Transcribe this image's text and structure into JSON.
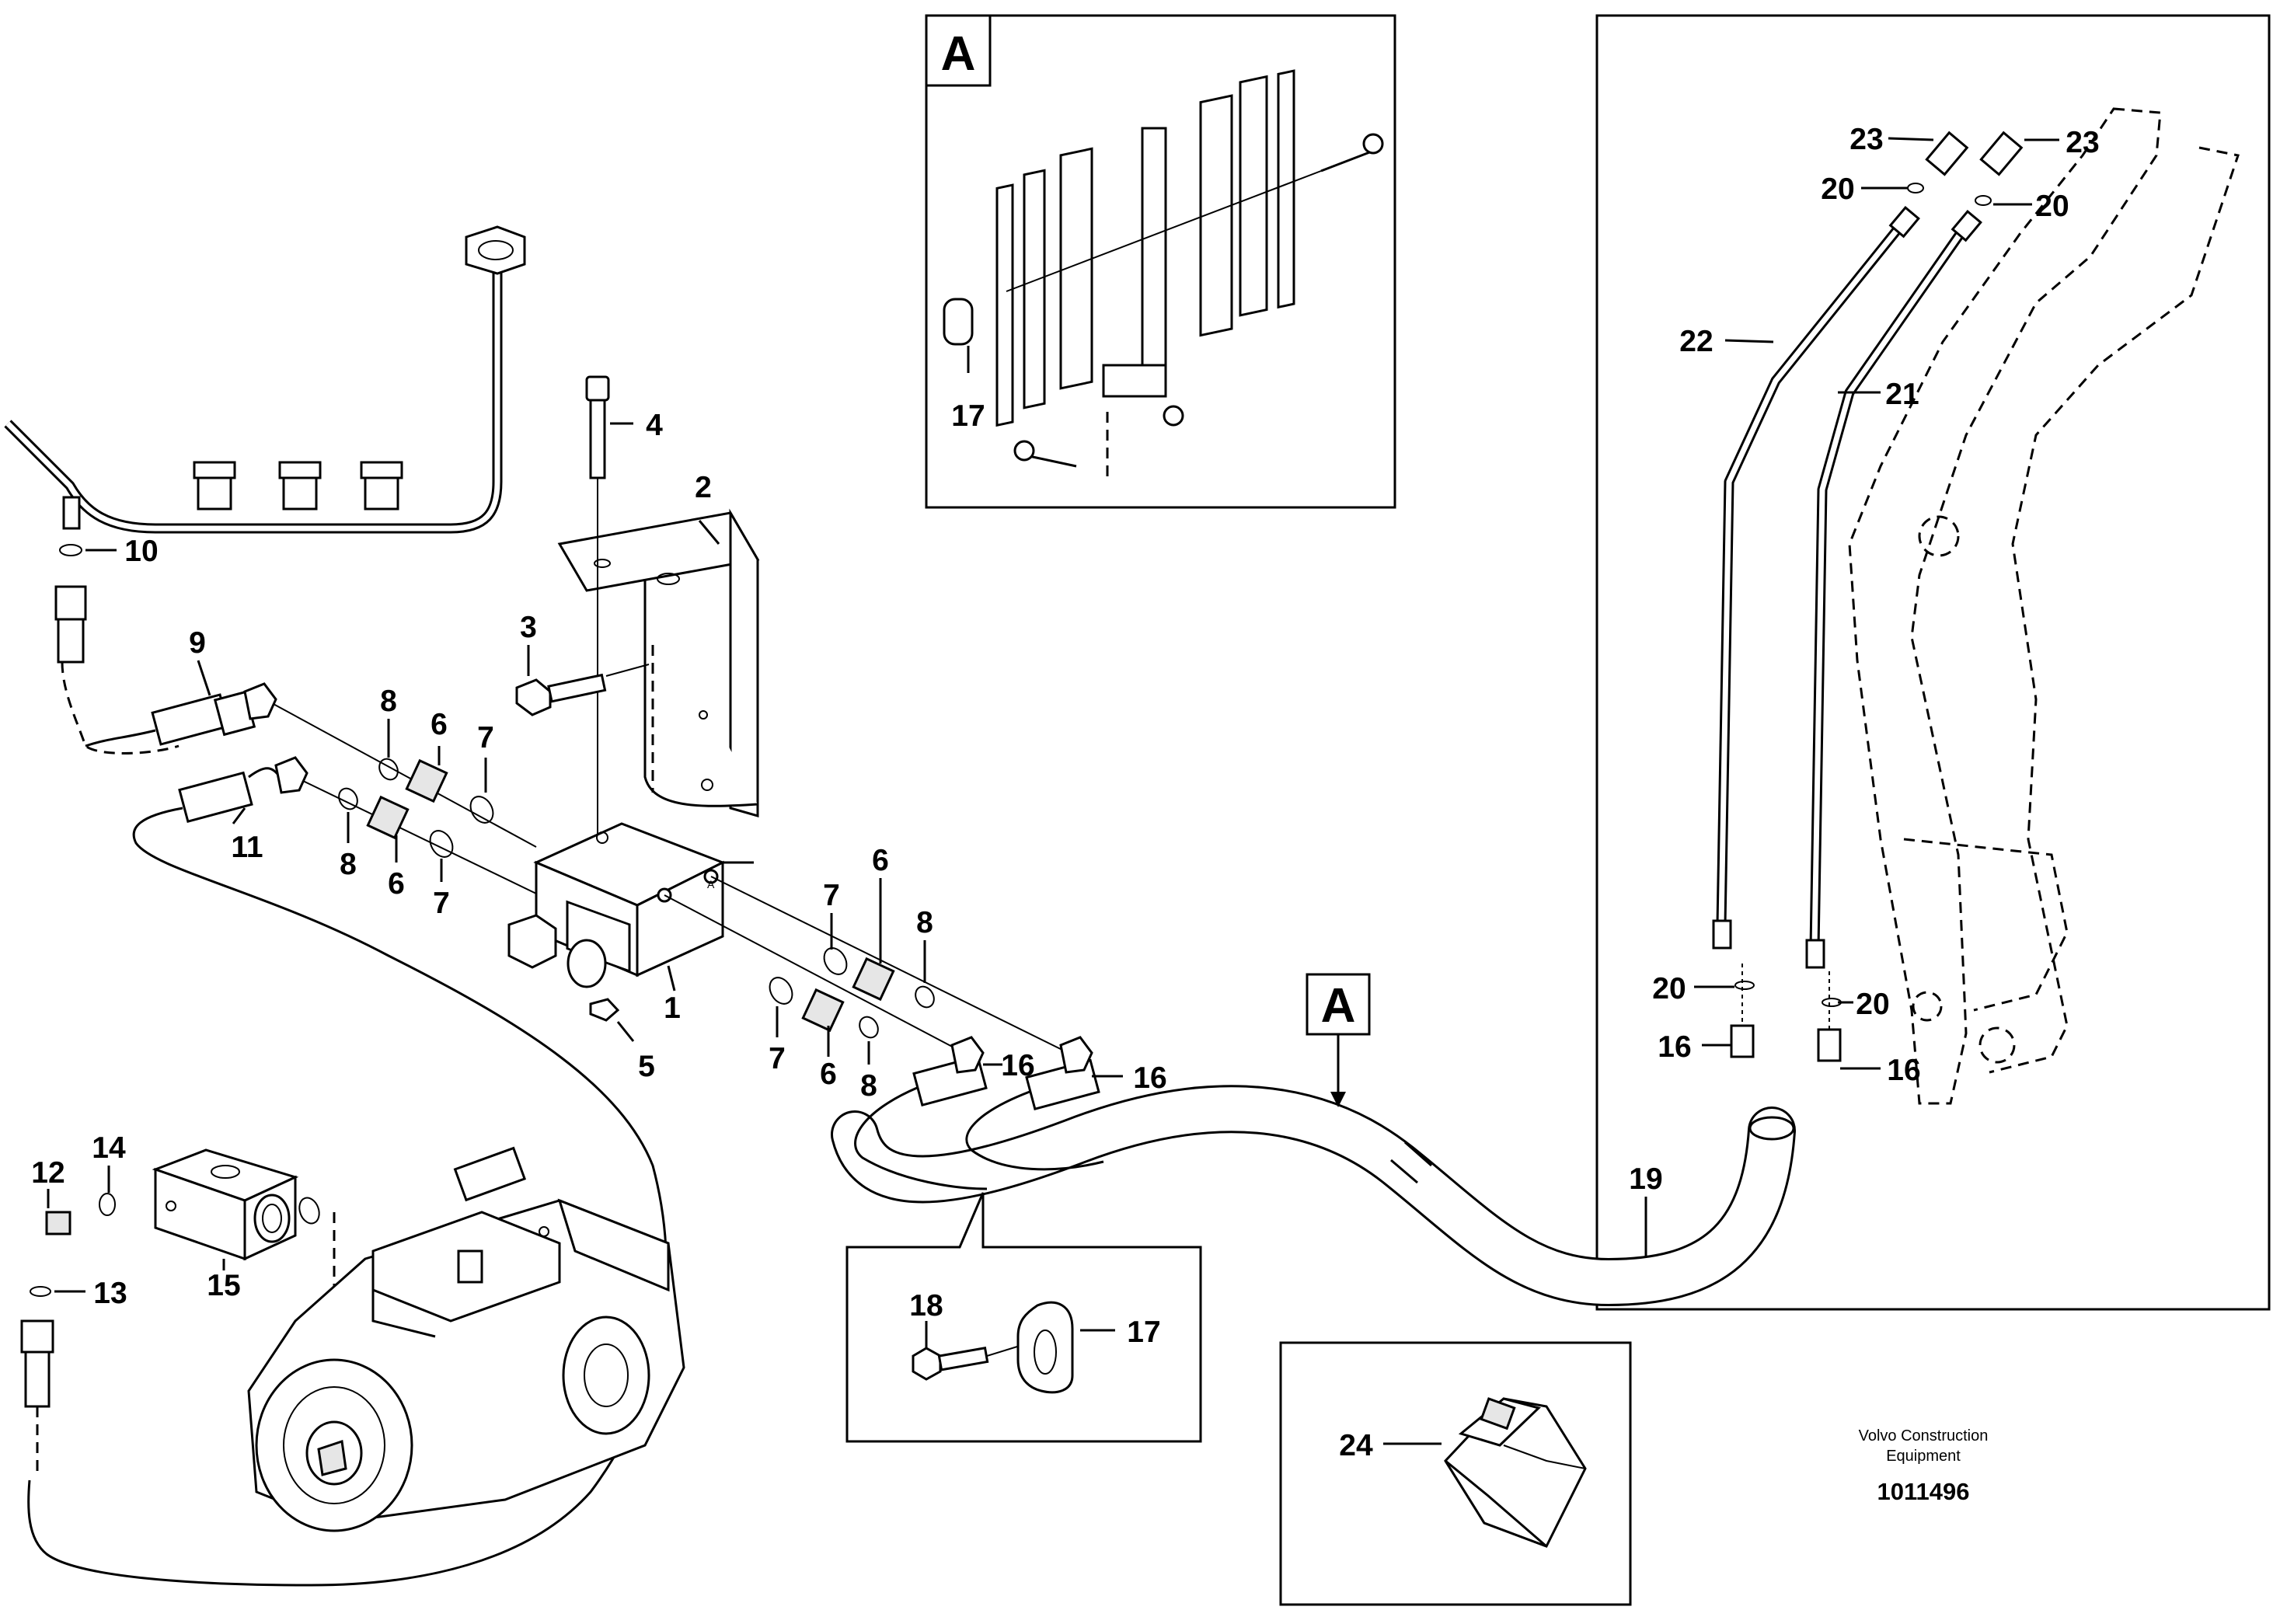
{
  "callouts": {
    "c1": "1",
    "c2": "2",
    "c3": "3",
    "c4": "4",
    "c5": "5",
    "c6": "6",
    "c7": "7",
    "c8": "8",
    "c9": "9",
    "c10": "10",
    "c11": "11",
    "c12": "12",
    "c13": "13",
    "c14": "14",
    "c15": "15",
    "c16": "16",
    "c17": "17",
    "c18": "18",
    "c19": "19",
    "c20": "20",
    "c21": "21",
    "c22": "22",
    "c23": "23",
    "c24": "24"
  },
  "detail_marker": "A",
  "footer": {
    "brand_line1": "Volvo Construction",
    "brand_line2": "Equipment",
    "doc_number": "1011496"
  }
}
